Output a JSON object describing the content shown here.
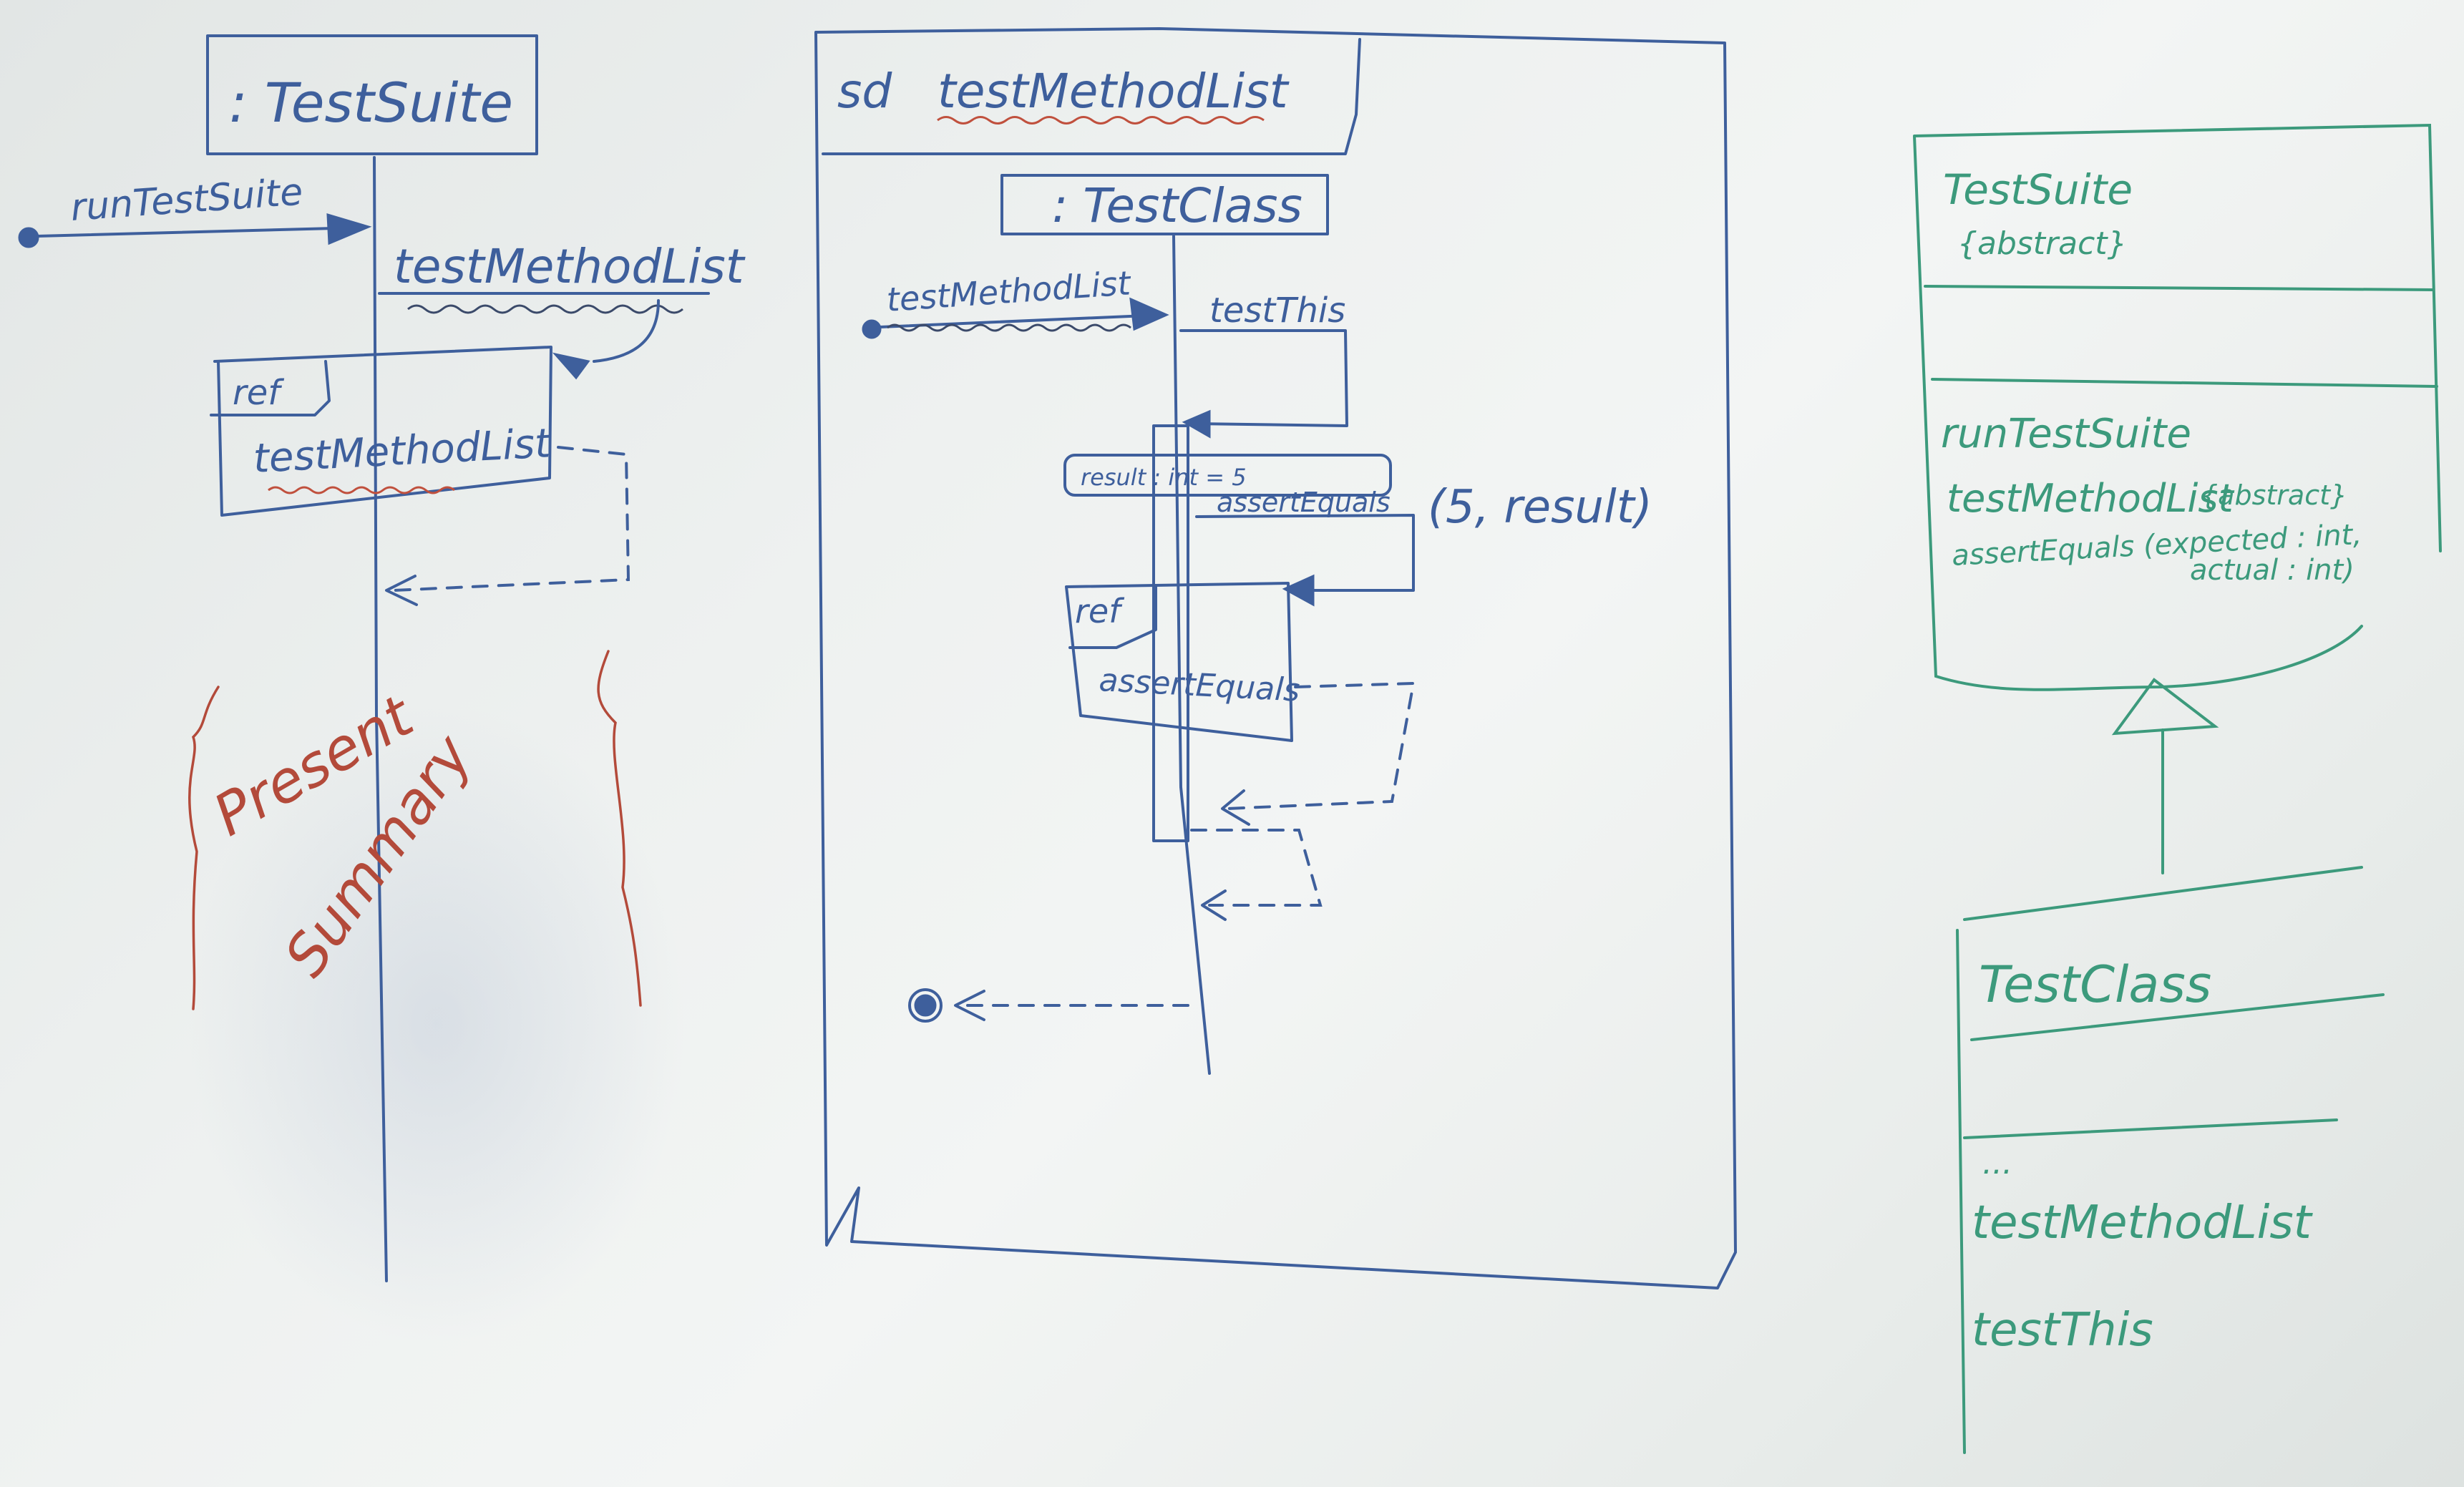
{
  "diagram_left": {
    "lifeline_title": ": TestSuite",
    "message_in": "runTestSuite",
    "self_message": "testMethodList",
    "ref_tag": "ref",
    "ref_label": "testMethodList",
    "note_line1": "Present",
    "note_line2": "Summary"
  },
  "diagram_middle": {
    "frame_title_prefix": "sd",
    "frame_title": "testMethodList",
    "lifeline_title": ": TestClass",
    "message_in": "testMethodList",
    "self_message": "testThis",
    "guard": "result : int = 5",
    "assert_call": "assertEquals",
    "assert_args": "(5, result)",
    "ref_tag": "ref",
    "ref_label": "assertEquals"
  },
  "class_diagram": {
    "super_name": "TestSuite",
    "super_stereotype": "{abstract}",
    "super_op1": "runTestSuite",
    "super_op2": "testMethodList",
    "super_op2_prop": "{abstract}",
    "super_op3": "assertEquals (expected : int,",
    "super_op3_cont": "actual : int)",
    "sub_name": "TestClass",
    "sub_ellipsis": "...",
    "sub_op1": "testMethodList",
    "sub_op2": "testThis"
  },
  "colors": {
    "marker_blue": "#3e5f9c",
    "marker_green": "#3c9a7c",
    "marker_red": "#b34a3a"
  }
}
